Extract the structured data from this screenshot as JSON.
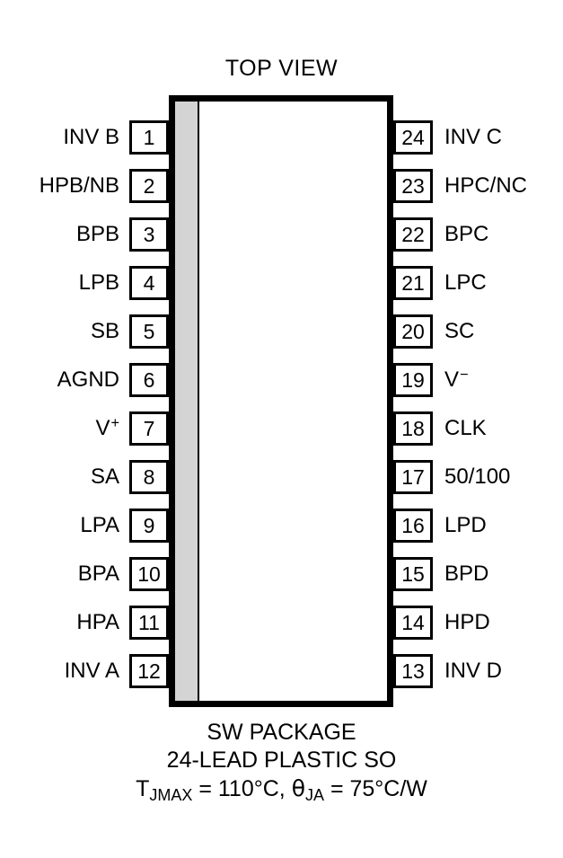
{
  "diagram": {
    "heading": "TOP VIEW",
    "package_fill": "#ffffff",
    "outline_color": "#000000",
    "notch_stripe_color": "#d4d4d4",
    "pins_left": [
      {
        "number": "1",
        "label": "INV B"
      },
      {
        "number": "2",
        "label": "HPB/NB"
      },
      {
        "number": "3",
        "label": "BPB"
      },
      {
        "number": "4",
        "label": "LPB"
      },
      {
        "number": "5",
        "label": "SB"
      },
      {
        "number": "6",
        "label": "AGND"
      },
      {
        "number": "7",
        "label": "V",
        "sup": "+"
      },
      {
        "number": "8",
        "label": "SA"
      },
      {
        "number": "9",
        "label": "LPA"
      },
      {
        "number": "10",
        "label": "BPA"
      },
      {
        "number": "11",
        "label": "HPA"
      },
      {
        "number": "12",
        "label": "INV A"
      }
    ],
    "pins_right": [
      {
        "number": "24",
        "label": "INV C"
      },
      {
        "number": "23",
        "label": "HPC/NC"
      },
      {
        "number": "22",
        "label": "BPC"
      },
      {
        "number": "21",
        "label": "LPC"
      },
      {
        "number": "20",
        "label": "SC"
      },
      {
        "number": "19",
        "label": "V",
        "sup": "−"
      },
      {
        "number": "18",
        "label": "CLK"
      },
      {
        "number": "17",
        "label": "50/100"
      },
      {
        "number": "16",
        "label": "LPD"
      },
      {
        "number": "15",
        "label": "BPD"
      },
      {
        "number": "14",
        "label": "HPD"
      },
      {
        "number": "13",
        "label": "INV D"
      }
    ],
    "caption": {
      "package_name": "SW PACKAGE",
      "lead_count_line": "24-LEAD PLASTIC SO",
      "thermal": {
        "tjmax_symbol": "T",
        "tjmax_subscript": "JMAX",
        "tjmax_value": " = 110°C, ",
        "theta_symbol": "θ",
        "theta_subscript": "JA",
        "theta_value": " = 75°C/W"
      }
    }
  }
}
